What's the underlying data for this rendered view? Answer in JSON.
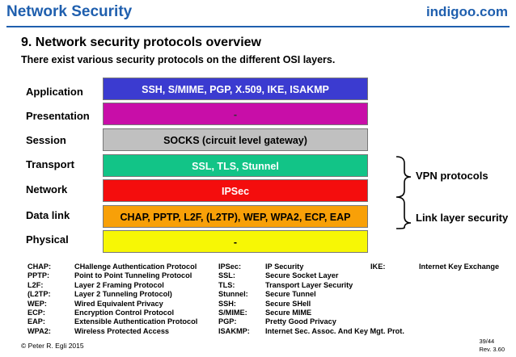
{
  "header": {
    "title": "Network Security",
    "brand": "indigoo.com"
  },
  "slide": {
    "heading": "9. Network security protocols overview",
    "subtitle": "There exist various security protocols on the different OSI layers."
  },
  "layers": [
    {
      "label": "Application",
      "protocols": "SSH, S/MIME, PGP, X.509, IKE, ISAKMP",
      "color": "#3b3bd0",
      "text_color": "#ffffff"
    },
    {
      "label": "Presentation",
      "protocols": "-",
      "color": "#c80ea8",
      "text_color": "#333333"
    },
    {
      "label": "Session",
      "protocols": "SOCKS (circuit level gateway)",
      "color": "#c0c0c0",
      "text_color": "#000000"
    },
    {
      "label": "Transport",
      "protocols": "SSL, TLS, Stunnel",
      "color": "#12c487",
      "text_color": "#ffffff"
    },
    {
      "label": "Network",
      "protocols": "IPSec",
      "color": "#f40d0d",
      "text_color": "#ffffff"
    },
    {
      "label": "Data link",
      "protocols": "CHAP, PPTP, L2F, (L2TP), WEP, WPA2, ECP, EAP",
      "color": "#f8a008",
      "text_color": "#000000"
    },
    {
      "label": "Physical",
      "protocols": "-",
      "color": "#f7f705",
      "text_color": "#000000"
    }
  ],
  "braces": {
    "vpn": "VPN protocols",
    "link": "Link layer security"
  },
  "legend": {
    "col1": [
      {
        "abbr": "CHAP:",
        "meaning": "CHallenge Authentication Protocol"
      },
      {
        "abbr": "PPTP:",
        "meaning": "Point to Point Tunneling Protocol"
      },
      {
        "abbr": "L2F:",
        "meaning": "Layer 2 Framing Protocol"
      },
      {
        "abbr": "(L2TP:",
        "meaning": "Layer 2 Tunneling Protocol)"
      },
      {
        "abbr": "WEP:",
        "meaning": "Wired Equivalent Privacy"
      },
      {
        "abbr": "ECP:",
        "meaning": "Encryption Control Protocol"
      },
      {
        "abbr": "EAP:",
        "meaning": "Extensible Authentication Protocol"
      },
      {
        "abbr": "WPA2:",
        "meaning": "Wireless Protected Access"
      }
    ],
    "col2": [
      {
        "abbr": "IPSec:",
        "meaning": "IP Security"
      },
      {
        "abbr": "SSL:",
        "meaning": "Secure Socket Layer"
      },
      {
        "abbr": "TLS:",
        "meaning": "Transport Layer Security"
      },
      {
        "abbr": "Stunnel:",
        "meaning": "Secure Tunnel"
      },
      {
        "abbr": "SSH:",
        "meaning": "Secure SHell"
      },
      {
        "abbr": "S/MIME:",
        "meaning": "Secure MIME"
      },
      {
        "abbr": "PGP:",
        "meaning": "Pretty Good Privacy"
      },
      {
        "abbr": "ISAKMP:",
        "meaning": "Internet Sec. Assoc. And Key Mgt. Prot."
      }
    ],
    "col3": [
      {
        "abbr": "IKE:",
        "meaning": "Internet Key Exchange"
      }
    ]
  },
  "footer": {
    "copyright": "© Peter R. Egli 2015",
    "page": "39/44",
    "revision": "Rev. 3.60"
  }
}
